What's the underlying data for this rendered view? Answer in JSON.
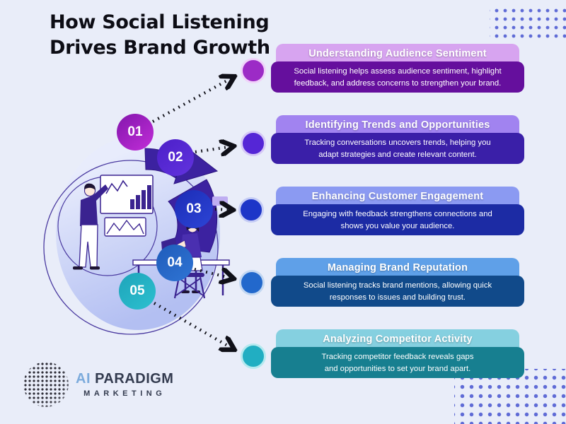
{
  "title": {
    "line1": "How Social Listening",
    "line2": "Drives Brand Growth"
  },
  "steps": [
    {
      "number": "01",
      "heading": "Understanding Audience Sentiment",
      "body_line1": "Social listening helps assess audience sentiment, highlight",
      "body_line2": "feedback, and address concerns to strengthen your brand.",
      "header_color": "#d7a4f0",
      "body_color": "#650f9d",
      "badge_color": "#a21ec2",
      "connector_dot_color": "#9c2bc6"
    },
    {
      "number": "02",
      "heading": "Identifying Trends and Opportunities",
      "body_line1": "Tracking conversations uncovers trends, helping you",
      "body_line2": "adapt strategies and create relevant content.",
      "header_color": "#a183f0",
      "body_color": "#3a1fa8",
      "badge_color": "#5628d6",
      "connector_dot_color": "#5526d6"
    },
    {
      "number": "03",
      "heading": "Enhancing Customer Engagement",
      "body_line1": "Engaging with feedback strengthens connections and",
      "body_line2": "shows you value your audience.",
      "header_color": "#8b9af2",
      "body_color": "#1c2ba4",
      "badge_color": "#2137c4",
      "connector_dot_color": "#1d35c8"
    },
    {
      "number": "04",
      "heading": "Managing Brand Reputation",
      "body_line1": "Social listening tracks brand mentions, allowing quick",
      "body_line2": "responses to issues and building trust.",
      "header_color": "#5fa0e8",
      "body_color": "#114a8a",
      "badge_color": "#2567c6",
      "connector_dot_color": "#2268cc"
    },
    {
      "number": "05",
      "heading": "Analyzing Competitor Activity",
      "body_line1": "Tracking competitor feedback reveals gaps",
      "body_line2": "and opportunities to set your brand apart.",
      "header_color": "#85d0e0",
      "body_color": "#177f90",
      "badge_color": "#23b2c4",
      "connector_dot_color": "#21aec2"
    }
  ],
  "logo": {
    "brand_primary": "AI",
    "brand_secondary": "PARADIGM",
    "tagline": "MARKETING"
  },
  "decor": {
    "background_color": "#e9edf9",
    "corner_dot_color": "#5f6bd6",
    "connector_line_color": "#101018",
    "illustration_accent": "#3c22a0"
  }
}
